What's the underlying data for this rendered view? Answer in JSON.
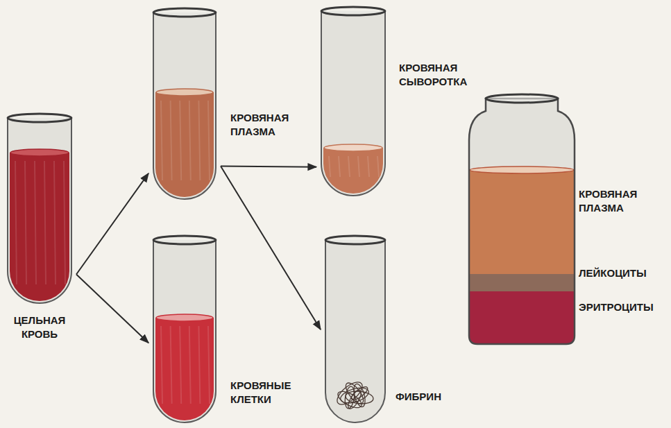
{
  "diagram": {
    "nodes": [
      {
        "text": [
          "ЦЕЛЬНАЯ КРОВЬ"
        ]
      },
      {
        "text": [
          "КРОВЯНАЯ ПЛАЗМА"
        ]
      },
      {
        "text": [
          "КРОВЯНЫЕ КЛЕТКИ"
        ]
      },
      {
        "text": [
          "КРОВЯНАЯ СЫВОРОТКА"
        ]
      },
      {
        "text": [
          "ФИБРИН"
        ]
      },
      {
        "text": [
          "КРОВЯНАЯ ПЛАЗМА"
        ]
      }
    ],
    "edges": [
      {
        "from": 0,
        "to": 1,
        "arrow": "to"
      },
      {
        "from": 0,
        "to": 2,
        "arrow": "to"
      },
      {
        "from": 1,
        "to": 3,
        "arrow": "to"
      },
      {
        "from": 1,
        "to": 4,
        "arrow": "to"
      }
    ],
    "labels": [
      "ЛЕЙКОЦИТЫ",
      "ЭРИТРОЦИТЫ"
    ]
  }
}
